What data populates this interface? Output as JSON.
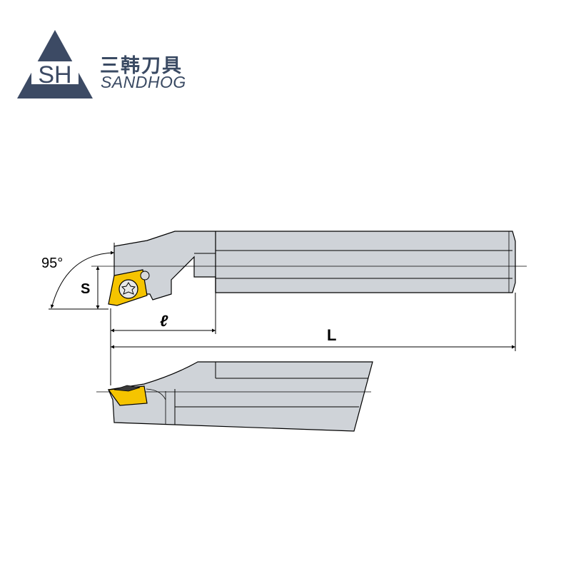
{
  "logo": {
    "brand_cn": "三韩刀具",
    "brand_en": "SANDHOG",
    "monogram": "SH",
    "colors": {
      "triangle": "#3c4a64",
      "text": "#3a4a63"
    }
  },
  "drawing": {
    "angle_label": "95°",
    "dim_s": "S",
    "dim_l_small": "ℓ",
    "dim_L": "L",
    "colors": {
      "body": "#cfd3d8",
      "insert": "#f5c400",
      "line": "#000000"
    }
  }
}
